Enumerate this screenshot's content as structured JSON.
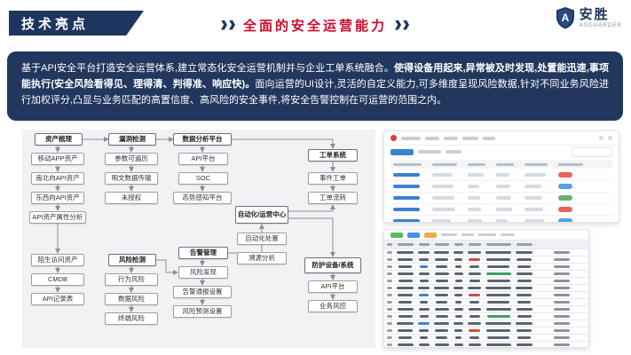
{
  "header": {
    "banner": "技术亮点",
    "title": "全面的安全运营能力",
    "logo_name": "安胜",
    "logo_sub": "ASGUARDER"
  },
  "intro": {
    "seg1": "基于API安全平台打造安全运营体系,建立常态化安全运营机制并与企业工单系统融合。",
    "seg2": "使得设备用起来,异常被及时发现,处置能迅速,事项能执行(安全风险看得见、理得清、判得准、响应快)。",
    "seg3": "面向运营的UI设计,灵活的自定义能力,可多维度呈现风险数据,针对不同业务风险进行加权评分,凸显与业务匹配的高置信度、高风险的安全事件,将安全告警控制在可运营的范围之内。"
  },
  "diagram": {
    "nodes": [
      {
        "id": "assets_header",
        "kind": "header",
        "label": "资产梳理"
      },
      {
        "id": "a_mobile",
        "kind": "item",
        "label": "移动APP资产"
      },
      {
        "id": "a_nb",
        "kind": "item",
        "label": "南北向API资产"
      },
      {
        "id": "a_ew",
        "kind": "item",
        "label": "东西向API资产"
      },
      {
        "id": "a_attr",
        "kind": "item",
        "label": "API资产属性分析"
      },
      {
        "id": "a_stranger",
        "kind": "item",
        "label": "陌生访问资产"
      },
      {
        "id": "a_cmdb",
        "kind": "item",
        "label": "CMDB"
      },
      {
        "id": "a_apirec",
        "kind": "item",
        "label": "API记录表"
      },
      {
        "id": "vuln_header",
        "kind": "header",
        "label": "漏洞检测"
      },
      {
        "id": "v_param",
        "kind": "item",
        "label": "参数可遍历"
      },
      {
        "id": "v_plain",
        "kind": "item",
        "label": "明文数据传输"
      },
      {
        "id": "v_unauth",
        "kind": "item",
        "label": "未授权"
      },
      {
        "id": "risk_header",
        "kind": "header",
        "label": "风险检测"
      },
      {
        "id": "r_behavior",
        "kind": "item",
        "label": "行为风险"
      },
      {
        "id": "r_data",
        "kind": "item",
        "label": "数据风险"
      },
      {
        "id": "r_term",
        "kind": "item",
        "label": "终端风险"
      },
      {
        "id": "data_header",
        "kind": "header",
        "label": "数据分析平台"
      },
      {
        "id": "d_api",
        "kind": "item",
        "label": "API平台"
      },
      {
        "id": "d_soc",
        "kind": "item",
        "label": "SOC"
      },
      {
        "id": "d_situ",
        "kind": "item",
        "label": "态势感知平台"
      },
      {
        "id": "alert_header",
        "kind": "header",
        "label": "告警管理"
      },
      {
        "id": "al_find",
        "kind": "item",
        "label": "风险发现"
      },
      {
        "id": "al_notify",
        "kind": "item",
        "label": "告警通报设置"
      },
      {
        "id": "al_predict",
        "kind": "item",
        "label": "风险预测设置"
      },
      {
        "id": "auto_header",
        "kind": "header",
        "label": "自动化/运营中心"
      },
      {
        "id": "auto_handle",
        "kind": "item",
        "label": "自动化处置"
      },
      {
        "id": "auto_trace",
        "kind": "item",
        "label": "溯源分析"
      },
      {
        "id": "ticket_header",
        "kind": "header",
        "label": "工单系统"
      },
      {
        "id": "t_event",
        "kind": "item",
        "label": "事件工单"
      },
      {
        "id": "t_flow",
        "kind": "item",
        "label": "工单流转"
      },
      {
        "id": "protect_header",
        "kind": "header",
        "label": "防护设备/系统"
      },
      {
        "id": "p_api",
        "kind": "item",
        "label": "API平台"
      },
      {
        "id": "p_biz",
        "kind": "item",
        "label": "业务风控"
      }
    ]
  },
  "colors": {
    "navy": "#1e3560",
    "title_red": "#cf0a2c",
    "intro_bg": "#21375e",
    "panel_bg": "#f1f2f4",
    "accent_blue": "#3b82d0",
    "accent_red": "#e8625a",
    "accent_green": "#67b26f"
  }
}
